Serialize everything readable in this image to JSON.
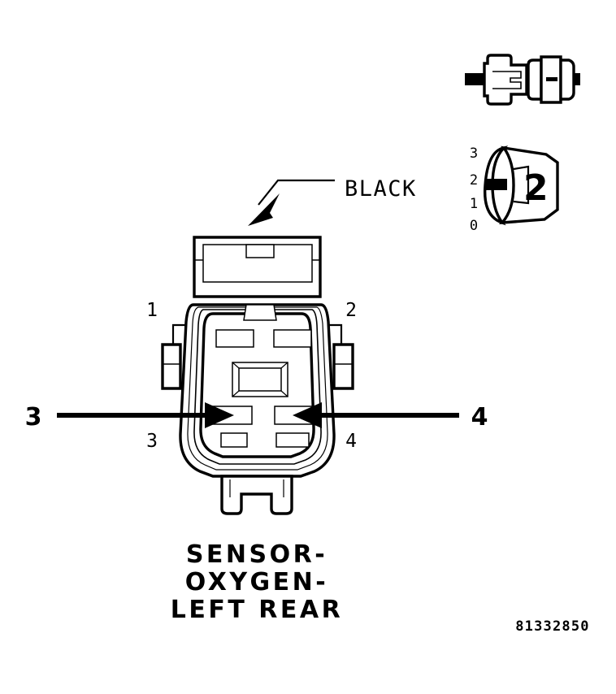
{
  "figure": {
    "kind": "connector-face-view-diagram",
    "background_color": "#ffffff",
    "line_color": "#000000"
  },
  "color_callout": {
    "label": "BLACK",
    "leader": "arrow pointing down-left to connector housing"
  },
  "connector": {
    "name": "oxygen sensor connector",
    "cavity_count": 4,
    "pin_labels": {
      "top_left": "1",
      "top_right": "2",
      "bottom_left": "3",
      "bottom_right": "4"
    }
  },
  "cavity_callouts": [
    {
      "number": "3",
      "side": "left",
      "points_to": "cavity 3"
    },
    {
      "number": "4",
      "side": "right",
      "points_to": "cavity 4"
    }
  ],
  "inset_terminal": {
    "name": "terminal-and-seal-detail",
    "description": "male terminal blade with wire seal"
  },
  "inset_gauge": {
    "name": "terminal-size-gauge",
    "value": "2",
    "scale_labels": [
      "3",
      "2",
      "1",
      "0"
    ],
    "marker_at": "2"
  },
  "title": {
    "lines": [
      "SENSOR-",
      "OXYGEN-",
      "LEFT REAR"
    ]
  },
  "part_number": "81332850"
}
